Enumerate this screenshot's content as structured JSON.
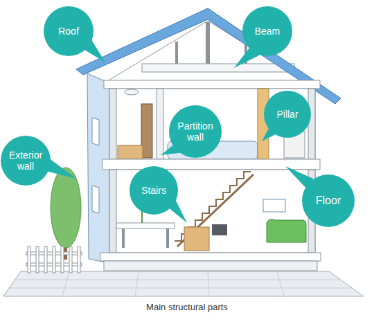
{
  "diagram": {
    "caption": "Main structural parts",
    "nodes": [
      {
        "text": [
          "Roof"
        ]
      },
      {
        "text": [
          "Beam"
        ]
      },
      {
        "text": [
          "Pillar"
        ]
      },
      {
        "text": [
          "Partition wall"
        ]
      },
      {
        "text": [
          "Exterior wall"
        ]
      },
      {
        "text": [
          "Stairs"
        ]
      },
      {
        "text": [
          "Floor"
        ]
      }
    ]
  }
}
